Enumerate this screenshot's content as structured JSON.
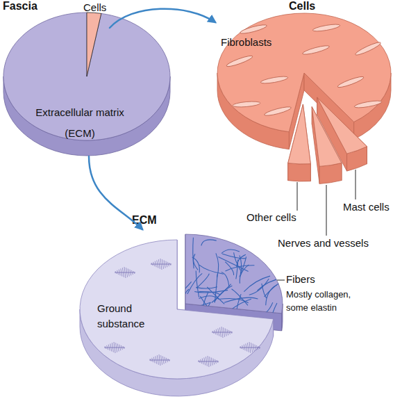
{
  "diagram": {
    "nodes": [
      {
        "text": [
          "Fascia",
          "Extracellular matrix (ECM)"
        ]
      },
      {
        "text": [
          "Cells"
        ],
        "in": 0
      },
      {
        "text": [
          "Cells",
          "Fibroblasts"
        ]
      },
      {
        "text": [
          "ECM"
        ]
      },
      {
        "text": [
          "Ground substance"
        ],
        "in": 3
      },
      {
        "text": [
          "Fibers",
          "Mostly collagen, some elastin"
        ],
        "in": 3
      }
    ],
    "edges": [
      {
        "from": 1,
        "to": 2,
        "arrow": "to"
      },
      {
        "from": 0,
        "to": 3,
        "arrow": "to"
      }
    ],
    "labels": [
      "Other cells",
      "Nerves and vessels",
      "Mast cells"
    ]
  }
}
